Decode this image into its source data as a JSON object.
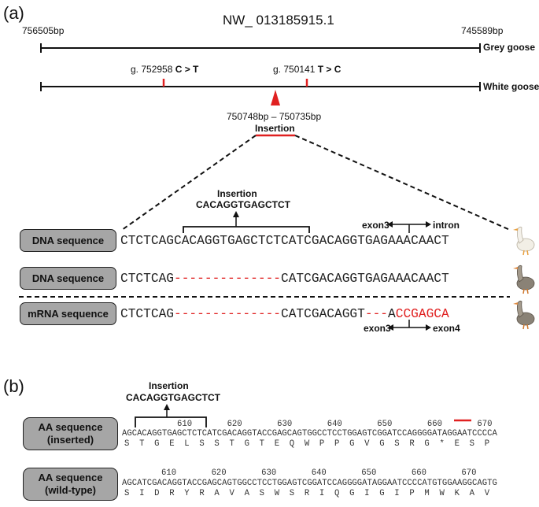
{
  "panel_a": {
    "label": "(a)",
    "accession": "NW_ 013185915.1",
    "start_bp": "756505bp",
    "end_bp": "745589bp",
    "grey_goose": "Grey goose",
    "white_goose": "White goose",
    "snp1_prefix": "g. 752958 ",
    "snp1_change": "C > T",
    "snp2_prefix": "g. 750141 ",
    "snp2_change": "T > C",
    "insertion_range": "750748bp – 750735bp",
    "insertion_label": "Insertion",
    "insertion_title": "Insertion",
    "insertion_seq": "CACAGGTGAGCTCT",
    "exon_intron_left": "exon3",
    "exon_intron_right": "intron",
    "exon34_left": "exon3",
    "exon34_right": "exon4",
    "rows": [
      {
        "box": "DNA sequence",
        "seq": "CTCTCAGCACAGGTGAGCTCTCATCGACAGGTGAGAAACAACT"
      },
      {
        "box": "DNA sequence",
        "seq_a": "CTCTCAG",
        "gap": "--------------",
        "seq_b": "CATCGACAGGTGAGAAACAACT"
      },
      {
        "box": "mRNA sequence",
        "seq_a": "CTCTCAG",
        "gap1": "--------------",
        "seq_b": "CATCGACAGGT",
        "gap2": "---",
        "seq_c": "A",
        "seq_d": "CCGAGCA"
      }
    ]
  },
  "panel_b": {
    "label": "(b)",
    "insertion_title": "Insertion",
    "insertion_seq": "CACAGGTGAGCTCT",
    "inserted": {
      "box_line1": "AA sequence",
      "box_line2": "(inserted)",
      "ticks": "610       620       630       640       650       660       670",
      "nt": "AGCACAGGTGAGCTCTCATCGACAGGTACCGAGCAGTGGCCTCCTGGAGTCGGATCCAGGGGATAGGAATCCCCA",
      "aa": "S  T  G  E  L  S  S  T  G  T  E  Q  W  P  P  G  V  G  S  R  G  *  E  S  P"
    },
    "wildtype": {
      "box_line1": "AA sequence",
      "box_line2": "(wild-type)",
      "ticks": "610       620       630       640       650       660       670",
      "nt": "AGCATCGACAGGTACCGAGCAGTGGCCTCCTGGAGTCGGATCCAGGGGATAGGAATCCCCATGTGGAAGGCAGTG",
      "aa": "S  I  D  R  Y  R  A  V  A  S  W  S  R  I  Q  G  I  G  I  P  M  W  K  A  V"
    }
  },
  "colors": {
    "red": "#e02020",
    "box": "#a6a6a6",
    "line": "#111111"
  },
  "icons": [
    "white-goose-icon",
    "grey-goose-icon"
  ]
}
